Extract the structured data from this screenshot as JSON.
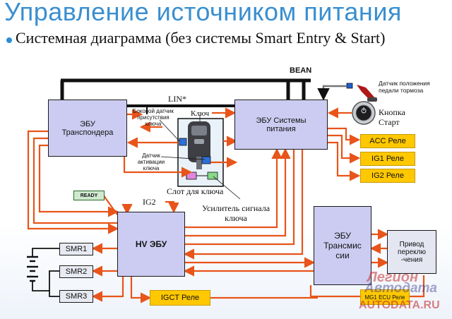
{
  "title": "Управление источником питания",
  "subtitle": "Системная диаграмма (без системы Smart Entry & Start)",
  "bus": {
    "bean": "BEAN",
    "lin": "LIN*"
  },
  "ecus": {
    "transponder": "ЭБУ Транспондера",
    "power": "ЭБУ Системы питания",
    "hv": "HV ЭБУ",
    "transmission": "ЭБУ Трансмис сии"
  },
  "labels": {
    "side_sensor": "Боковой датчик присутствия ключа",
    "key": "Ключ",
    "activation_sensor": "Датчик активации ключа",
    "key_slot": "Слот для ключа",
    "amplifier": "Усилитель сигнала ключа",
    "brake_sensor": "Датчик положения педали тормоза",
    "start_button": "Кнопка Старт",
    "power_icon": "POWER",
    "ig2": "IG2",
    "ready": "READY",
    "shift_drive": "Привод переклю -чения"
  },
  "relays": {
    "acc": "ACC Реле",
    "ig1": "IG1 Реле",
    "ig2": "IG2 Реле",
    "igct": "IGCT Реле",
    "mgt": "MG1 ECU Реле"
  },
  "smr": [
    "SMR1",
    "SMR2",
    "SMR3"
  ],
  "watermark": {
    "line1": "Легион",
    "line2": "Автодата",
    "site": "AUTODATA.RU"
  },
  "colors": {
    "title": "#3a8fd0",
    "ecu_fill": "#ccccf2",
    "relay_fill": "#ffc800",
    "signal_arrow": "#e8541a",
    "bus_line": "#111111",
    "ready_fill": "#cfe8cf"
  },
  "icons": [
    "power-button-icon",
    "brake-pedal-icon",
    "key-fob-icon",
    "battery-icon"
  ]
}
